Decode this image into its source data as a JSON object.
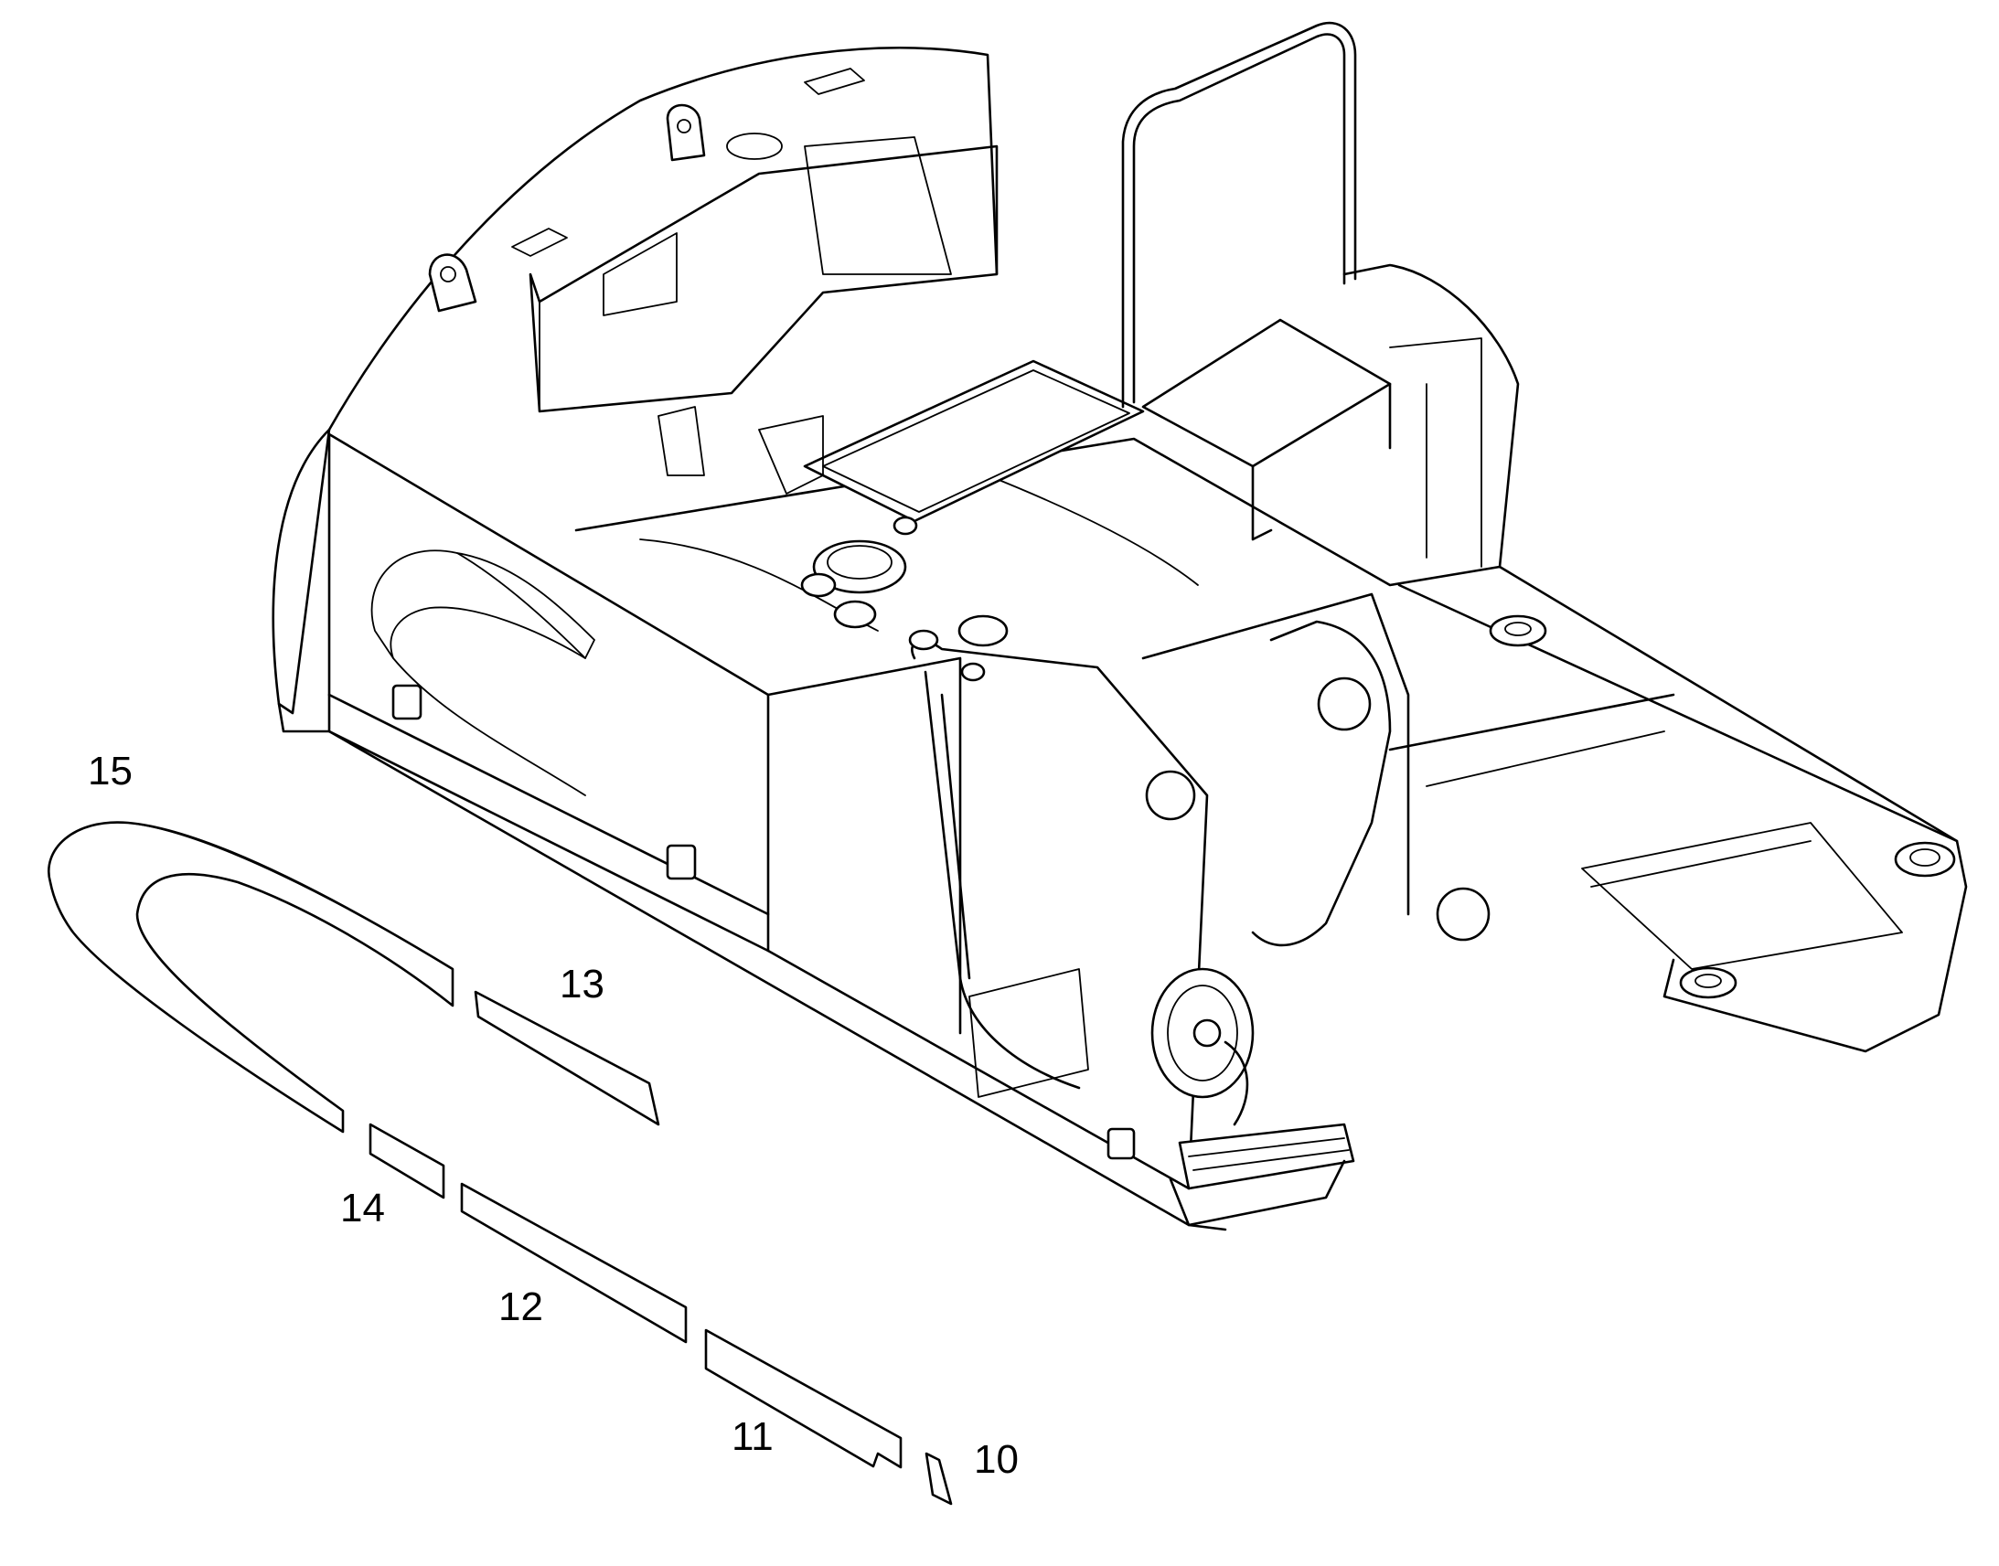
{
  "callouts": [
    {
      "id": "c15",
      "label": "15"
    },
    {
      "id": "c13",
      "label": "13"
    },
    {
      "id": "c14",
      "label": "14"
    },
    {
      "id": "c12",
      "label": "12"
    },
    {
      "id": "c11",
      "label": "11"
    },
    {
      "id": "c10",
      "label": "10"
    }
  ],
  "colors": {
    "line": "#000000",
    "background": "#ffffff"
  }
}
